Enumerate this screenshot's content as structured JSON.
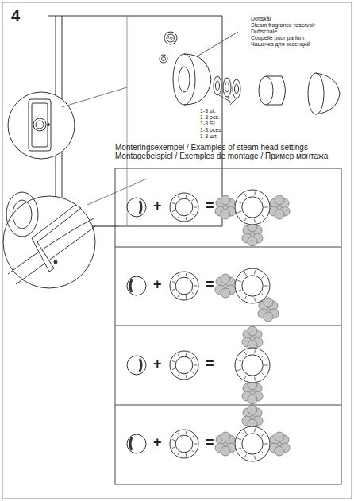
{
  "diagram": {
    "labels": [
      "4",
      "Doftskål",
      "Steam fragrance reservoir",
      "Duftschale",
      "Coupelle pour parfum",
      "Чашечка для эссенций",
      "1-3 st.",
      "1-3 pcs.",
      "1-3 St.",
      "1-3 pces",
      "1-3 шт.",
      "Monteringsexempel / Examples of steam head settings Montagebeispiel / Exemples de montage / Пример монтажа",
      "+",
      "=",
      "+",
      "=",
      "+",
      "=",
      "+",
      "="
    ]
  }
}
